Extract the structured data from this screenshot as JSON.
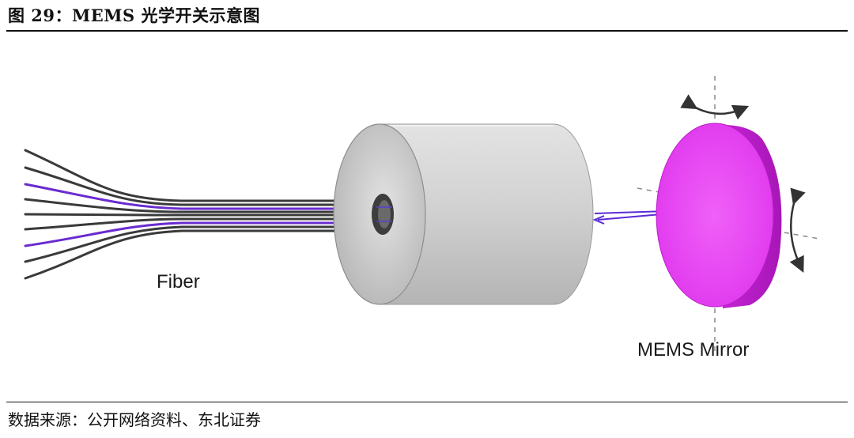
{
  "figure": {
    "title": "图 29：MEMS 光学开关示意图",
    "source": "数据来源：公开网络资料、东北证券"
  },
  "diagram": {
    "fiber_label": "Fiber",
    "mirror_label": "MEMS Mirror",
    "colors": {
      "mirror": "#e43ef0",
      "mirror_edge": "#b71fc4",
      "cylinder": "#d4d4d4",
      "fiber_dark": "#3a3a3a",
      "fiber_purple": "#6a2bd0",
      "beam": "#5a2bd8"
    }
  }
}
